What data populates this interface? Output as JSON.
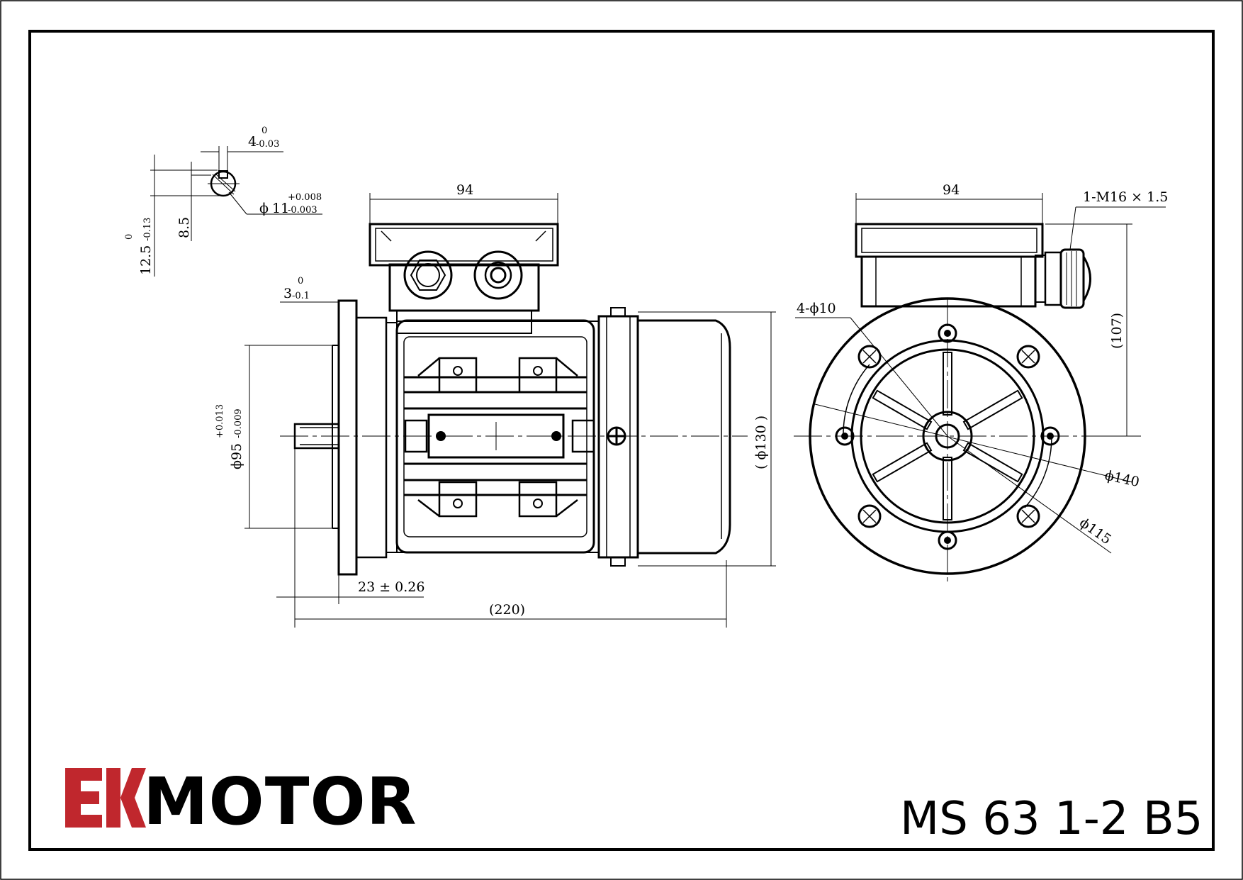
{
  "brand": {
    "mark": "EK",
    "name": "MOTOR",
    "accent_color": "#c0272d"
  },
  "model": "MS 63 1-2 B5",
  "key_detail": {
    "width": "4",
    "width_tol_upper": "0",
    "width_tol_lower": "-0.03",
    "shaft_prefix": "ϕ",
    "shaft": "11",
    "shaft_tol_upper": "+0.008",
    "shaft_tol_lower": "-0.003",
    "depth": "8.5",
    "height": "12.5",
    "height_tol_upper": "0",
    "height_tol_lower": "-0.13"
  },
  "side_view": {
    "terminal_box_width": "94",
    "flange_thickness": "3",
    "flange_tol_upper": "0",
    "flange_tol_lower": "-0.1",
    "spigot": "ϕ95",
    "spigot_tol_upper": "+0.013",
    "spigot_tol_lower": "-0.009",
    "frame_diameter": "( ϕ130 )",
    "shaft_length": "23 ± 0.26",
    "overall_length": "(220)"
  },
  "end_view": {
    "terminal_box_width": "94",
    "cable_gland": "1-M16 × 1.5",
    "height_to_box": "(107)",
    "holes": "4-ϕ10",
    "flange_diameter": "ϕ140",
    "pitch_diameter": "ϕ115"
  }
}
